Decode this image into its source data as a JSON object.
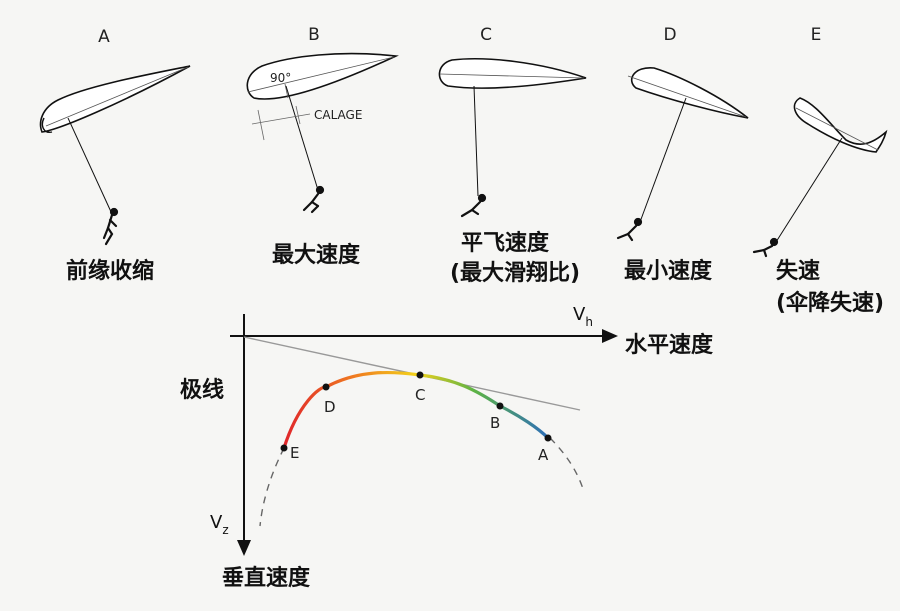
{
  "wings": [
    {
      "letter": "A",
      "caption_lines": [
        "前缘收缩"
      ]
    },
    {
      "letter": "B",
      "caption_lines": [
        "最大速度"
      ],
      "angle_label": "90°",
      "calage_label": "CALAGE"
    },
    {
      "letter": "C",
      "caption_lines": [
        "平飞速度",
        "(最大滑翔比)"
      ]
    },
    {
      "letter": "D",
      "caption_lines": [
        "最小速度"
      ]
    },
    {
      "letter": "E",
      "caption_lines": [
        "失速",
        "(伞降失速)"
      ]
    }
  ],
  "polar": {
    "title": "极线",
    "h_axis_symbol": "V",
    "h_axis_sub": "h",
    "h_axis_label": "水平速度",
    "v_axis_symbol": "V",
    "v_axis_sub": "z",
    "v_axis_label": "垂直速度",
    "points": [
      "E",
      "D",
      "C",
      "B",
      "A"
    ],
    "colors": {
      "red": "#e0262b",
      "orange": "#f07f1f",
      "yellow": "#f2d21b",
      "green": "#5db344",
      "blue": "#2e6fb8"
    }
  }
}
